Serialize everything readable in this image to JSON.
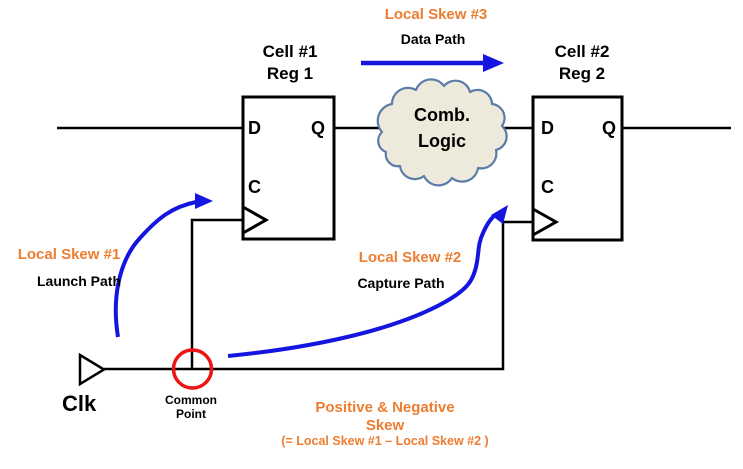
{
  "colors": {
    "accent_orange": "#ED7D31",
    "arrow_blue": "#1515E0",
    "highlight_red": "#EE1414",
    "wire_black": "#000000",
    "cloud_fill": "#EDEADB",
    "cloud_stroke": "#5B7CA8"
  },
  "annotations": {
    "local_skew_3": "Local Skew #3",
    "data_path": "Data Path",
    "local_skew_1": "Local Skew #1",
    "launch_path": "Launch Path",
    "local_skew_2": "Local Skew #2",
    "capture_path": "Capture Path",
    "skew_title_line1": "Positive & Negative",
    "skew_title_line2": "Skew",
    "skew_formula": "(= Local Skew #1 – Local Skew #2 )"
  },
  "cells": [
    {
      "title_line1": "Cell #1",
      "title_line2": "Reg 1",
      "pin_d": "D",
      "pin_q": "Q",
      "pin_c": "C"
    },
    {
      "title_line1": "Cell #2",
      "title_line2": "Reg 2",
      "pin_d": "D",
      "pin_q": "Q",
      "pin_c": "C"
    }
  ],
  "cloud": {
    "line1": "Comb.",
    "line2": "Logic"
  },
  "clock": {
    "source_label": "Clk",
    "common_point_line1": "Common",
    "common_point_line2": "Point"
  }
}
